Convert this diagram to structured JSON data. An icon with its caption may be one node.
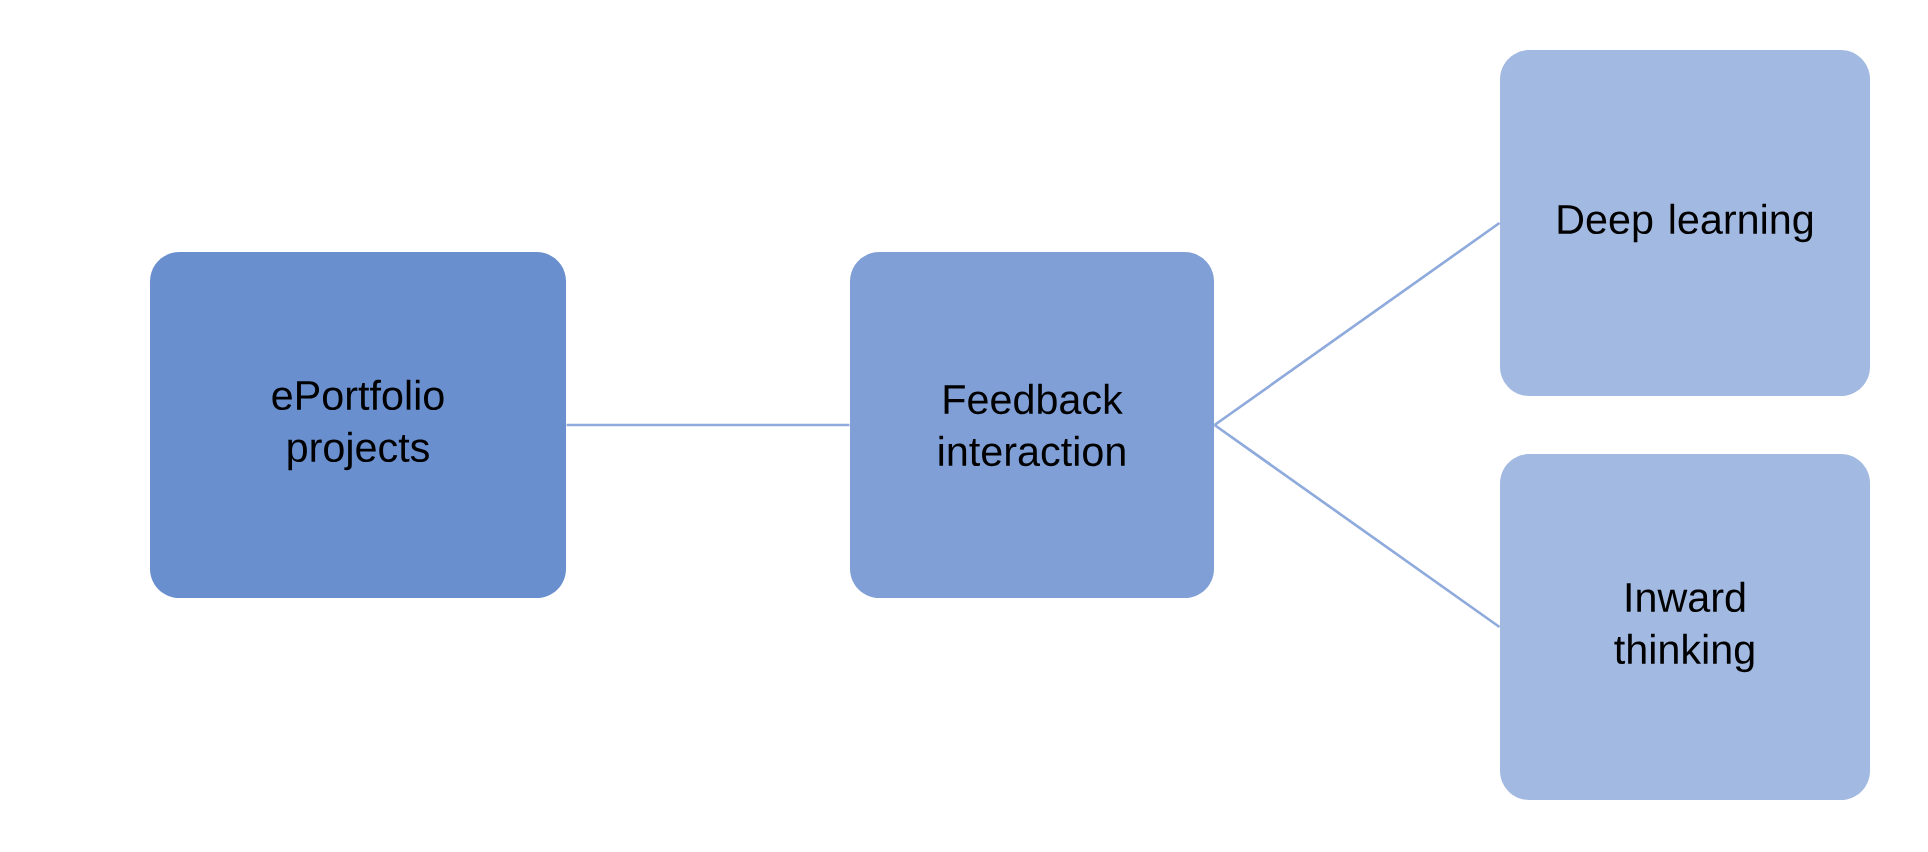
{
  "diagram": {
    "nodes": [
      {
        "text": [
          "ePortfolio projects"
        ]
      },
      {
        "text": [
          "Feedback interaction"
        ]
      },
      {
        "text": [
          "Deep learning"
        ]
      },
      {
        "text": [
          "Inward thinking"
        ]
      }
    ],
    "edges": [
      {
        "from": 0,
        "to": 1,
        "arrow": "none"
      },
      {
        "from": 1,
        "to": 2,
        "arrow": "none"
      },
      {
        "from": 1,
        "to": 3,
        "arrow": "none"
      }
    ]
  }
}
